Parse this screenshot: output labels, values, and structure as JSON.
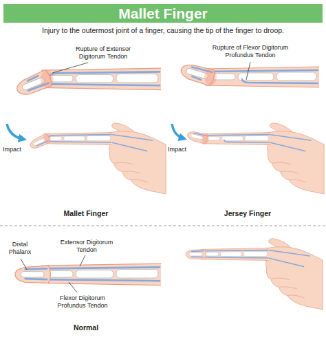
{
  "diagram": {
    "title": "Mallet Finger",
    "caption": "Injury to the outermost joint of a finger, causing the tip of the finger to droop.",
    "labels": [
      "Rupture of Extensor Digitorum Tendon",
      "Impact",
      "Rupture of Flexor Digitorum Profundus Tendon",
      "Impact",
      "Mallet Finger",
      "Jersey Finger",
      "Distal Phalanx",
      "Extensor Digitorum Tendon",
      "Flexor Digitorum Profundus Tendon",
      "Normal"
    ]
  }
}
